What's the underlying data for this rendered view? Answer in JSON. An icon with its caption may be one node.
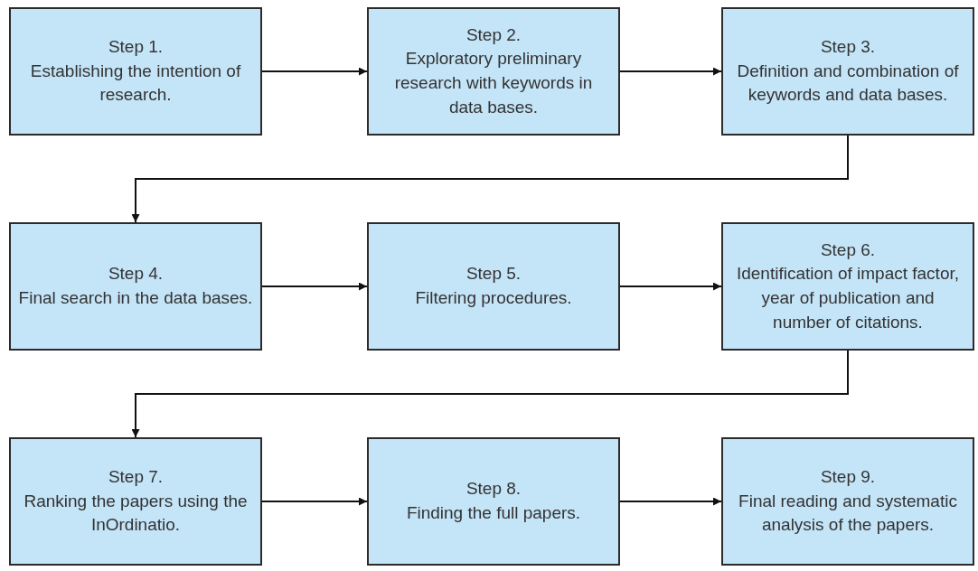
{
  "diagram": {
    "nodes": [
      {
        "text": [
          "Step 1.",
          "Establishing the intention of research."
        ]
      },
      {
        "text": [
          "Step 2.",
          "Exploratory preliminary research with keywords in data bases."
        ]
      },
      {
        "text": [
          "Step 3.",
          "Definition and combination of keywords and data bases."
        ]
      },
      {
        "text": [
          "Step 4.",
          "Final search in the data bases."
        ]
      },
      {
        "text": [
          "Step 5.",
          "Filtering procedures."
        ]
      },
      {
        "text": [
          "Step 6.",
          "Identification of impact factor, year of publication and number of citations."
        ]
      },
      {
        "text": [
          "Step 7.",
          "Ranking the papers using the InOrdinatio."
        ]
      },
      {
        "text": [
          "Step 8.",
          "Finding the full papers."
        ]
      },
      {
        "text": [
          "Step 9.",
          "Final reading and systematic analysis of the papers."
        ]
      }
    ],
    "edges": [
      {
        "from": 0,
        "to": 1,
        "arrow": "to"
      },
      {
        "from": 1,
        "to": 2,
        "arrow": "to"
      },
      {
        "from": 2,
        "to": 3,
        "arrow": "to"
      },
      {
        "from": 3,
        "to": 4,
        "arrow": "to"
      },
      {
        "from": 4,
        "to": 5,
        "arrow": "to"
      },
      {
        "from": 5,
        "to": 6,
        "arrow": "to"
      },
      {
        "from": 6,
        "to": 7,
        "arrow": "to"
      },
      {
        "from": 7,
        "to": 8,
        "arrow": "to"
      }
    ]
  }
}
